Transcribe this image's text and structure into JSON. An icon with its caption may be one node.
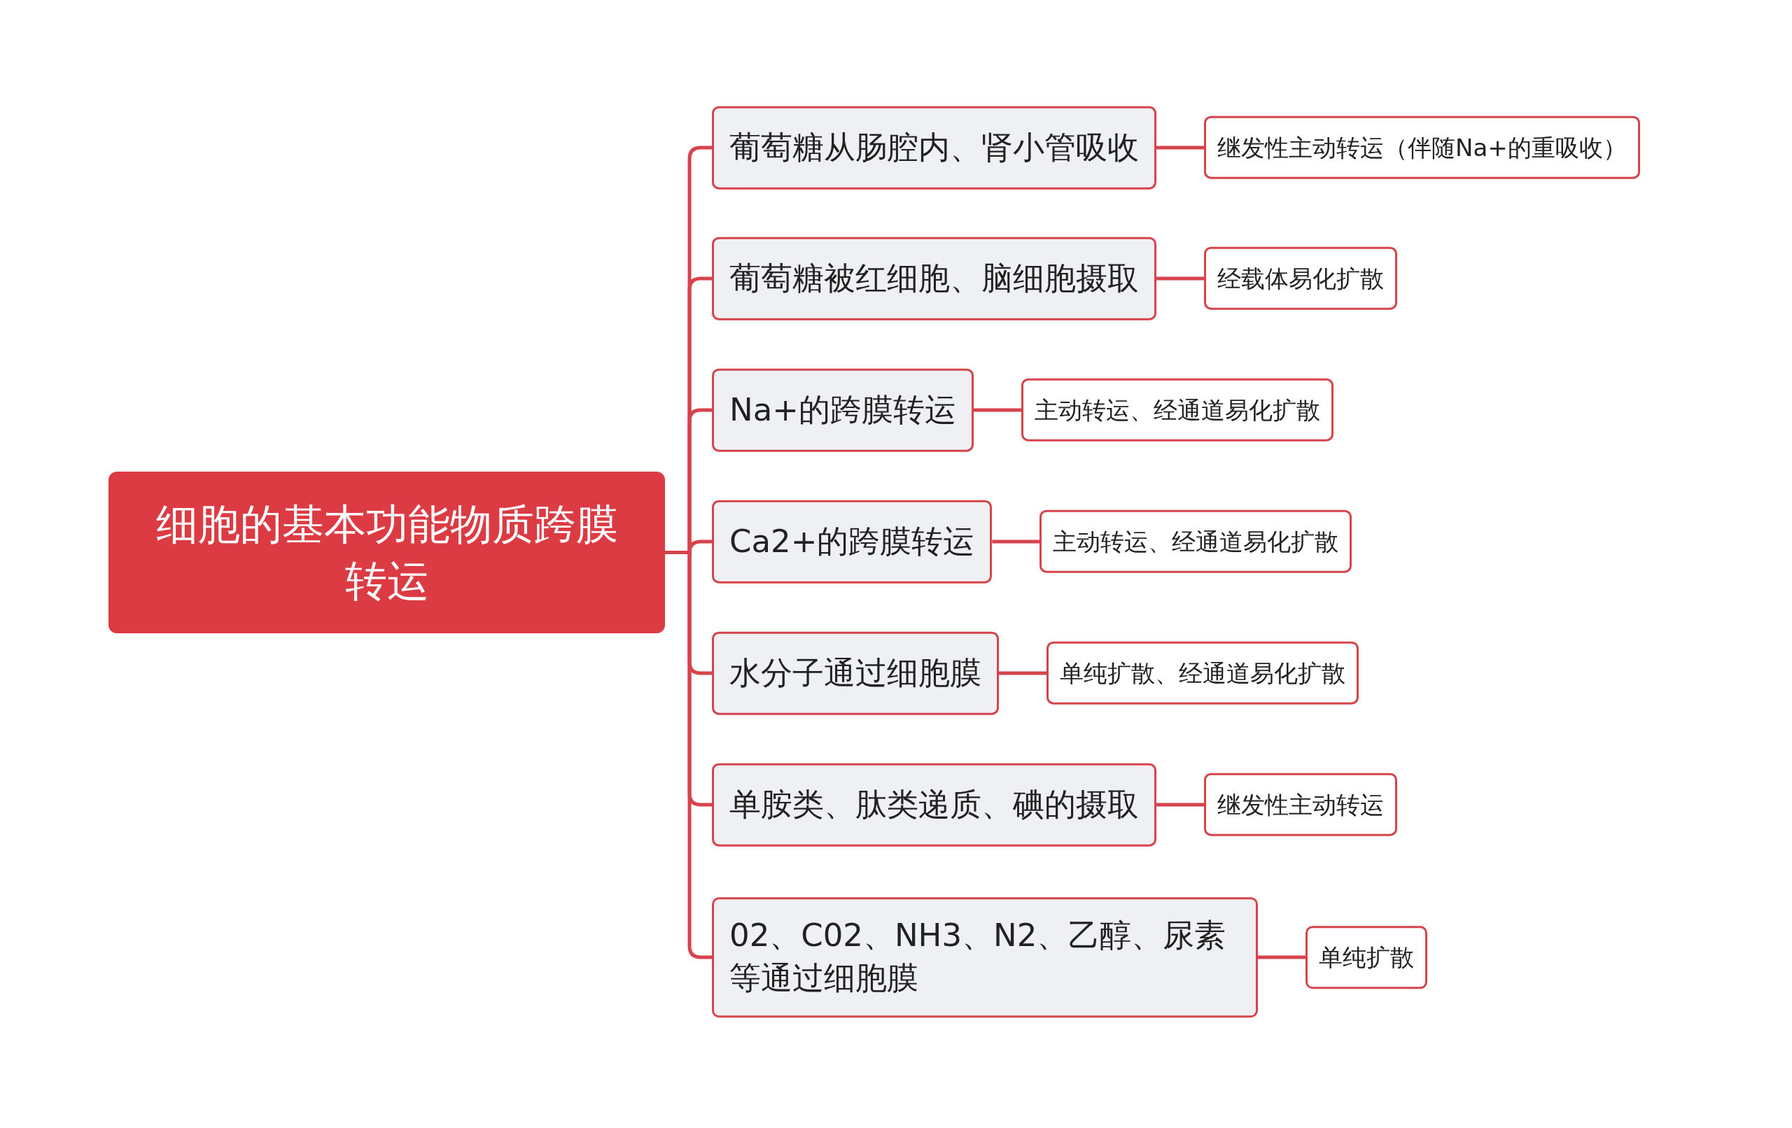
{
  "diagram": {
    "nodes": [
      {
        "text": [
          "细胞的基本功能物质跨膜转运"
        ]
      },
      {
        "text": [
          "葡萄糖从肠腔内、肾小管吸收"
        ]
      },
      {
        "text": [
          "继发性主动转运（伴随Na+的重吸收）"
        ]
      },
      {
        "text": [
          "葡萄糖被红细胞、脑细胞摄取"
        ]
      },
      {
        "text": [
          "经载体易化扩散"
        ]
      },
      {
        "text": [
          "Na+的跨膜转运"
        ]
      },
      {
        "text": [
          "主动转运、经通道易化扩散"
        ]
      },
      {
        "text": [
          "Ca2+的跨膜转运"
        ]
      },
      {
        "text": [
          "主动转运、经通道易化扩散"
        ]
      },
      {
        "text": [
          "水分子通过细胞膜"
        ]
      },
      {
        "text": [
          "单纯扩散、经通道易化扩散"
        ]
      },
      {
        "text": [
          "单胺类、肽类递质、碘的摄取"
        ]
      },
      {
        "text": [
          "继发性主动转运"
        ]
      },
      {
        "text": [
          "02、C02、NH3、N2、乙醇、尿素等通过细胞膜"
        ]
      },
      {
        "text": [
          "单纯扩散"
        ]
      }
    ],
    "edges": [
      {
        "from": 0,
        "to": 1,
        "arrow": "none"
      },
      {
        "from": 0,
        "to": 3,
        "arrow": "none"
      },
      {
        "from": 0,
        "to": 5,
        "arrow": "none"
      },
      {
        "from": 0,
        "to": 7,
        "arrow": "none"
      },
      {
        "from": 0,
        "to": 9,
        "arrow": "none"
      },
      {
        "from": 0,
        "to": 11,
        "arrow": "none"
      },
      {
        "from": 0,
        "to": 13,
        "arrow": "none"
      },
      {
        "from": 1,
        "to": 2,
        "arrow": "none"
      },
      {
        "from": 3,
        "to": 4,
        "arrow": "none"
      },
      {
        "from": 5,
        "to": 6,
        "arrow": "none"
      },
      {
        "from": 7,
        "to": 8,
        "arrow": "none"
      },
      {
        "from": 9,
        "to": 10,
        "arrow": "none"
      },
      {
        "from": 11,
        "to": 12,
        "arrow": "none"
      },
      {
        "from": 13,
        "to": 14,
        "arrow": "none"
      }
    ]
  }
}
